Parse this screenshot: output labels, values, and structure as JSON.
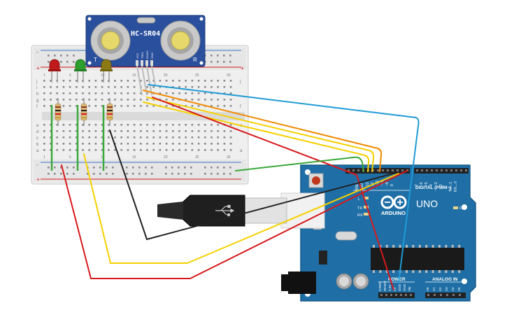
{
  "sensor": {
    "model": "HC-SR04",
    "left_mark": "T",
    "right_mark": "R",
    "pins": [
      "VCC",
      "TRIG",
      "ECHO",
      "GND"
    ]
  },
  "breadboard": {
    "row_letters_top": [
      "j",
      "i",
      "h",
      "g",
      "f"
    ],
    "row_letters_bottom": [
      "e",
      "d",
      "c",
      "b",
      "a"
    ],
    "column_numbers": [
      "1",
      "5",
      "10",
      "15",
      "20",
      "25",
      "30"
    ],
    "rail_plus": "+",
    "rail_minus": "-"
  },
  "leds": [
    {
      "color_name": "red",
      "color": "#c0191c"
    },
    {
      "color_name": "green",
      "color": "#2e9e2e"
    },
    {
      "color_name": "yellow",
      "color": "#8c7a16"
    }
  ],
  "arduino": {
    "brand": "ARDUINO",
    "model": "UNO",
    "reset_label": "RESET",
    "digital_label": "DIGITAL (PWM~)",
    "power_label": "POWER",
    "analog_label": "ANALOG IN",
    "on_label": "ON",
    "l_label": "L",
    "tx_label": "TX",
    "rx_label": "RX",
    "aref_label": "AREF",
    "gnd_label": "GND",
    "digital_pins": [
      "13",
      "12",
      "~11",
      "~10",
      "~9",
      "8",
      "7",
      "~6",
      "~5",
      "4",
      "~3",
      "2",
      "TX→1",
      "RX←0"
    ],
    "power_pins": [
      "IOREF",
      "RESET",
      "3.3V",
      "5V",
      "GND",
      "GND",
      "Vin"
    ],
    "analog_pins": [
      "A0",
      "A1",
      "A2",
      "A3",
      "A4",
      "A5"
    ]
  },
  "wire_colors": {
    "red": "#d7191c",
    "yellow": "#f5d000",
    "orange": "#f08a00",
    "blue": "#1f9bd6",
    "green": "#3aa83a",
    "black": "#222222"
  }
}
